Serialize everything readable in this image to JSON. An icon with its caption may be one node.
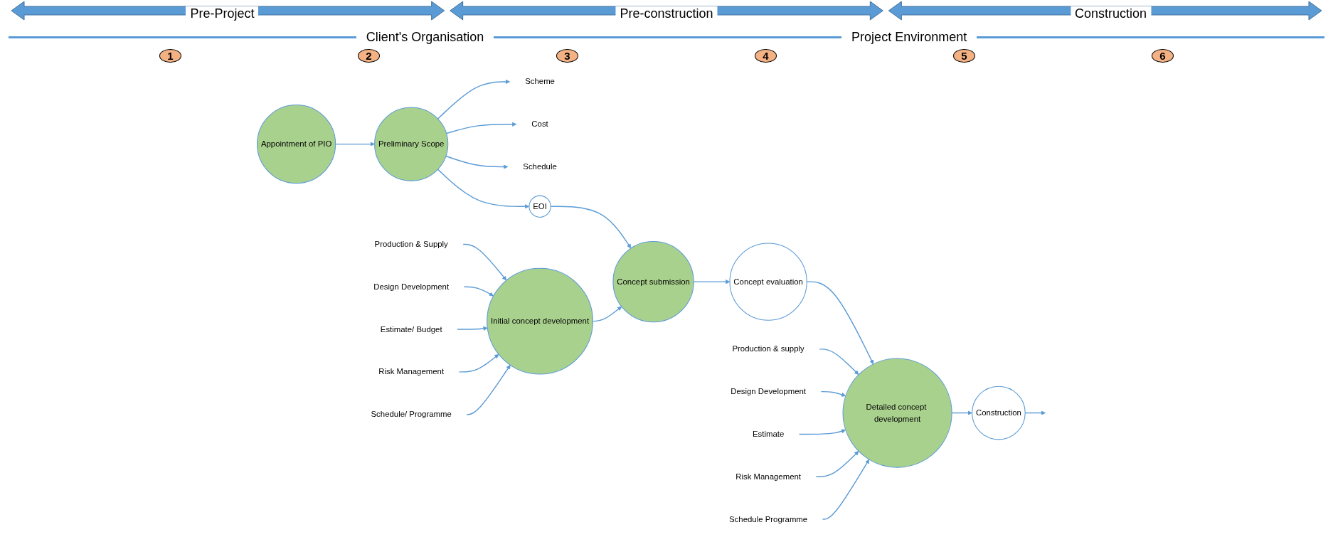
{
  "diagram": {
    "nodes": [
      {
        "text": [
          "Appointment of PIO"
        ]
      },
      {
        "text": [
          "Preliminary Scope"
        ]
      },
      {
        "text": [
          "Scheme"
        ]
      },
      {
        "text": [
          "Cost"
        ]
      },
      {
        "text": [
          "Schedule"
        ]
      },
      {
        "text": [
          "EOI"
        ]
      },
      {
        "text": [
          "Concept submission"
        ]
      },
      {
        "text": [
          "Initial concept development"
        ]
      },
      {
        "text": [
          "Production & Supply"
        ]
      },
      {
        "text": [
          "Design Development"
        ]
      },
      {
        "text": [
          "Estimate/ Budget"
        ]
      },
      {
        "text": [
          "Risk Management"
        ]
      },
      {
        "text": [
          "Schedule/ Programme"
        ]
      },
      {
        "text": [
          "Concept evaluation"
        ]
      },
      {
        "text": [
          "Detailed concept development"
        ]
      },
      {
        "text": [
          "Production & supply"
        ]
      },
      {
        "text": [
          "Design Development"
        ]
      },
      {
        "text": [
          "Estimate"
        ]
      },
      {
        "text": [
          "Risk Management"
        ]
      },
      {
        "text": [
          "Schedule Programme"
        ]
      },
      {
        "text": [
          "Construction"
        ]
      }
    ],
    "edges": [
      {
        "from": 0,
        "to": 1,
        "arrow": "to"
      },
      {
        "from": 1,
        "to": 2,
        "arrow": "to"
      },
      {
        "from": 1,
        "to": 3,
        "arrow": "to"
      },
      {
        "from": 1,
        "to": 4,
        "arrow": "to"
      },
      {
        "from": 1,
        "to": 5,
        "arrow": "to"
      },
      {
        "from": 5,
        "to": 6,
        "arrow": "to"
      },
      {
        "from": 7,
        "to": 6,
        "arrow": "to"
      },
      {
        "from": 8,
        "to": 7,
        "arrow": "to"
      },
      {
        "from": 9,
        "to": 7,
        "arrow": "to"
      },
      {
        "from": 10,
        "to": 7,
        "arrow": "to"
      },
      {
        "from": 11,
        "to": 7,
        "arrow": "to"
      },
      {
        "from": 12,
        "to": 7,
        "arrow": "to"
      },
      {
        "from": 6,
        "to": 13,
        "arrow": "to"
      },
      {
        "from": 13,
        "to": 14,
        "arrow": "to"
      },
      {
        "from": 15,
        "to": 14,
        "arrow": "to"
      },
      {
        "from": 16,
        "to": 14,
        "arrow": "to"
      },
      {
        "from": 17,
        "to": 14,
        "arrow": "to"
      },
      {
        "from": 18,
        "to": 14,
        "arrow": "to"
      },
      {
        "from": 19,
        "to": 14,
        "arrow": "to"
      },
      {
        "from": 14,
        "to": 20,
        "arrow": "to"
      },
      {
        "from": 20,
        "to": null,
        "arrow": "to"
      }
    ],
    "labels": [
      "Pre-Project",
      "Pre-construction",
      "Construction",
      "Client's Organisation",
      "Project Environment",
      "1",
      "2",
      "3",
      "4",
      "5",
      "6"
    ]
  }
}
